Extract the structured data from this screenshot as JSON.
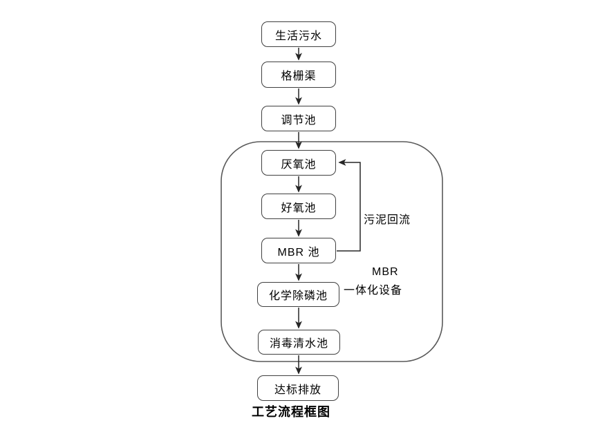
{
  "diagram": {
    "title": "工艺流程框图",
    "type": "flowchart",
    "nodes": [
      {
        "id": "domestic-sewage",
        "label": "生活污水"
      },
      {
        "id": "grid-channel",
        "label": "格栅渠"
      },
      {
        "id": "regulating-tank",
        "label": "调节池"
      },
      {
        "id": "anaerobic-tank",
        "label": "厌氧池"
      },
      {
        "id": "aerobic-tank",
        "label": "好氧池"
      },
      {
        "id": "mbr-tank",
        "label": "MBR 池"
      },
      {
        "id": "chem-phosphorus-tank",
        "label": "化学除磷池"
      },
      {
        "id": "disinfection-tank",
        "label": "消毒清水池"
      },
      {
        "id": "standard-discharge",
        "label": "达标排放"
      }
    ],
    "edges": [
      {
        "from": "domestic-sewage",
        "to": "grid-channel"
      },
      {
        "from": "grid-channel",
        "to": "regulating-tank"
      },
      {
        "from": "regulating-tank",
        "to": "anaerobic-tank"
      },
      {
        "from": "anaerobic-tank",
        "to": "aerobic-tank"
      },
      {
        "from": "aerobic-tank",
        "to": "mbr-tank"
      },
      {
        "from": "mbr-tank",
        "to": "chem-phosphorus-tank"
      },
      {
        "from": "chem-phosphorus-tank",
        "to": "disinfection-tank"
      },
      {
        "from": "disinfection-tank",
        "to": "standard-discharge"
      },
      {
        "from": "mbr-tank",
        "to": "anaerobic-tank",
        "label": "污泥回流"
      }
    ],
    "container": {
      "label_line1": "MBR",
      "label_line2": "一体化设备",
      "encloses": [
        "厌氧池",
        "好氧池",
        "MBR 池",
        "化学除磷池",
        "消毒清水池"
      ]
    },
    "annotations": {
      "sludge_return": "污泥回流"
    },
    "colors": {
      "background": "#ffffff",
      "box_border": "#3f3f3f",
      "container_border": "#595959",
      "arrow": "#262626",
      "text": "#000000"
    }
  }
}
